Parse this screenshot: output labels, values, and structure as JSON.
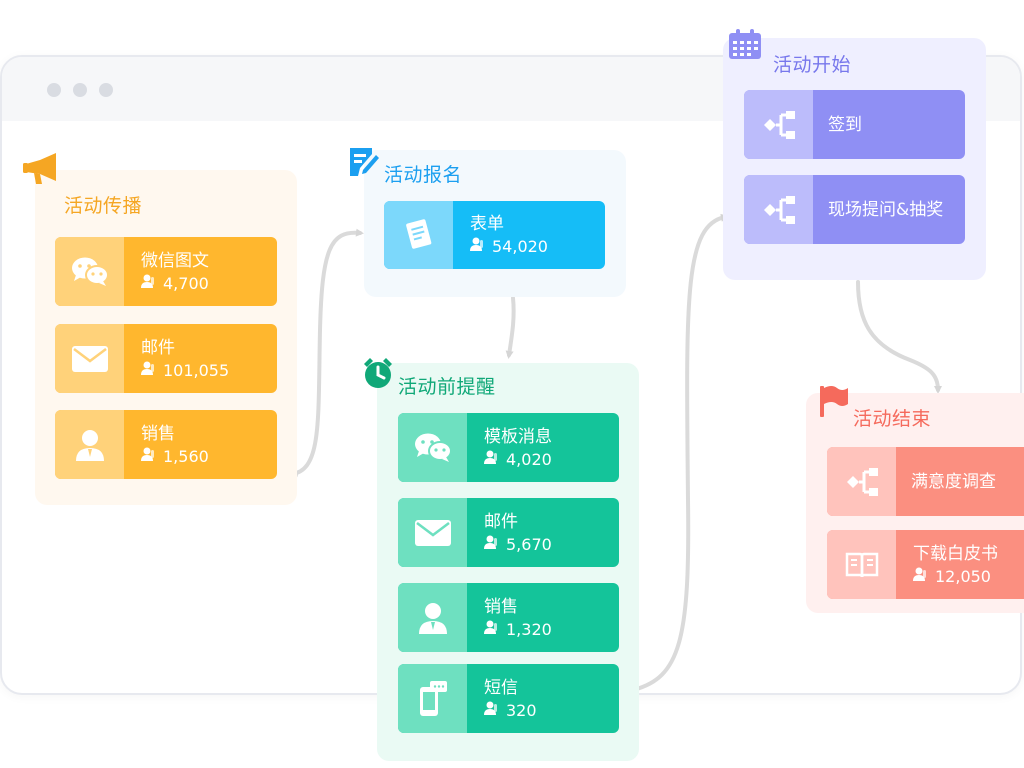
{
  "colors": {
    "yellow_panel": "#fff8ef",
    "yellow_icon_bg": "#ffd27a",
    "yellow_card": "#ffb72e",
    "yellow_title": "#f5a623",
    "blue_panel": "#f3f9fd",
    "blue_icon_bg": "#7cd8fb",
    "blue_card": "#15bdf7",
    "blue_title": "#1b9ff0",
    "green_panel": "#eafaf4",
    "green_icon_bg": "#6ee0c0",
    "green_card": "#14c49a",
    "green_title": "#10a878",
    "purple_panel": "#efefff",
    "purple_icon_bg": "#bcbcfb",
    "purple_card": "#8f8ff4",
    "purple_title": "#7777ec",
    "red_panel": "#fff0ef",
    "red_icon_bg": "#ffc3bc",
    "red_card": "#fb8f80",
    "red_title": "#f56a5c"
  },
  "stages": {
    "promotion": {
      "title": "活动传播",
      "icon": "megaphone-icon",
      "items": [
        {
          "label": "微信图文",
          "count": "4,700",
          "icon": "wechat-icon"
        },
        {
          "label": "邮件",
          "count": "101,055",
          "icon": "mail-icon"
        },
        {
          "label": "销售",
          "count": "1,560",
          "icon": "person-icon"
        }
      ]
    },
    "registration": {
      "title": "活动报名",
      "icon": "form-edit-icon",
      "items": [
        {
          "label": "表单",
          "count": "54,020",
          "icon": "document-icon"
        }
      ]
    },
    "reminder": {
      "title": "活动前提醒",
      "icon": "alarm-clock-icon",
      "items": [
        {
          "label": "模板消息",
          "count": "4,020",
          "icon": "wechat-icon"
        },
        {
          "label": "邮件",
          "count": "5,670",
          "icon": "mail-icon"
        },
        {
          "label": "销售",
          "count": "1,320",
          "icon": "person-icon"
        },
        {
          "label": "短信",
          "count": "320",
          "icon": "phone-message-icon"
        }
      ]
    },
    "start": {
      "title": "活动开始",
      "icon": "calendar-icon",
      "items": [
        {
          "label": "签到",
          "icon": "flow-branch-icon"
        },
        {
          "label": "现场提问&抽奖",
          "icon": "flow-branch-icon"
        }
      ]
    },
    "end": {
      "title": "活动结束",
      "icon": "flag-icon",
      "items": [
        {
          "label": "满意度调查",
          "icon": "flow-branch-icon"
        },
        {
          "label": "下载白皮书",
          "count": "12,050",
          "icon": "book-icon"
        }
      ]
    }
  }
}
